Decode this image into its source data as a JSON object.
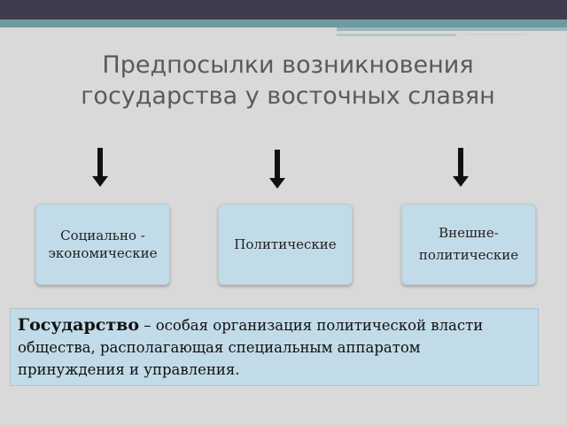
{
  "slide": {
    "title_line1": "Предпосылки возникновения",
    "title_line2": "государства у восточных славян",
    "boxes": [
      {
        "line1": "Социально -",
        "line2": "экономические"
      },
      {
        "line1": "Политические"
      },
      {
        "line1": "Внешне-",
        "line2": "политические"
      }
    ],
    "definition": {
      "term": "Государство",
      "text": " – особая организация политической власти общества, располагающая специальным аппаратом принуждения и управления."
    }
  }
}
